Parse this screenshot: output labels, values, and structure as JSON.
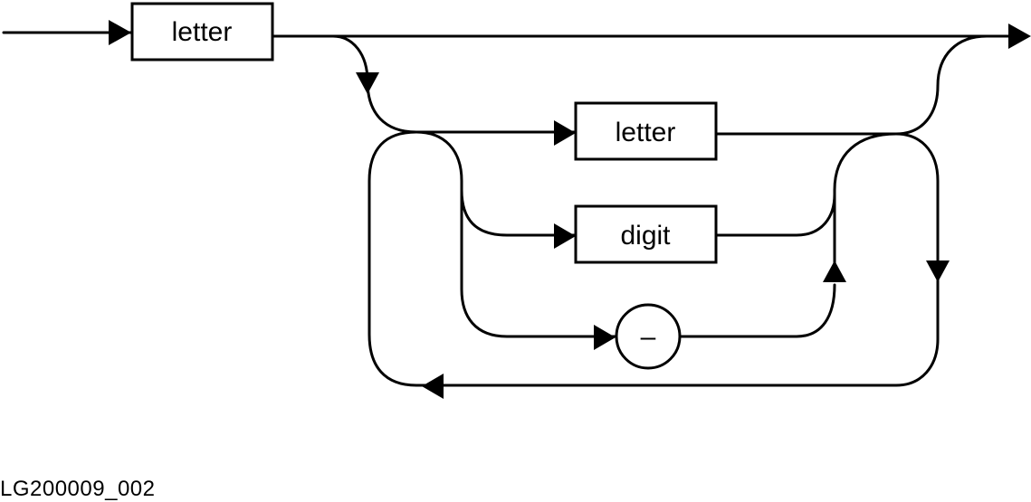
{
  "diagram": {
    "nodes": {
      "letter_first": "letter",
      "letter_loop": "letter",
      "digit": "digit",
      "hyphen": "–"
    },
    "caption": "LG200009_002",
    "colors": {
      "line": "#000000",
      "background": "#ffffff"
    }
  }
}
